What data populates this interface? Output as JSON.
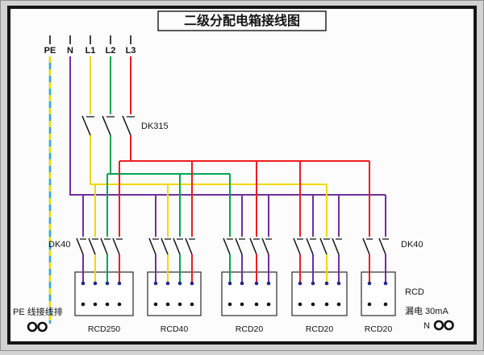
{
  "title": "二级分配电箱接线图",
  "incoming_labels": [
    "PE",
    "N",
    "L1",
    "L2",
    "L3"
  ],
  "main_breaker_label": "DK315",
  "left_branch_breaker_label": "DK40",
  "right_branch_breaker_label": "DK40",
  "rcd_units": [
    {
      "label": "RCD250"
    },
    {
      "label": "RCD40"
    },
    {
      "label": "RCD20"
    },
    {
      "label": "RCD20"
    },
    {
      "label": "RCD20"
    }
  ],
  "pe_terminal_label": "PE 线接线排",
  "notes": {
    "rcd": "RCD",
    "leakage": "漏电 30mA",
    "neutral": "N"
  },
  "colors": {
    "pe_blue": "#2da7dc",
    "pe_yellow": "#f2df00",
    "neutral_purple": "#7030a0",
    "l1_yellow": "#f2d800",
    "l2_green": "#00a651",
    "l3_red": "#ee1c23",
    "frame_black": "#141414",
    "paper": "#fcfcfc",
    "mat_gray": "#d2d2d2"
  }
}
